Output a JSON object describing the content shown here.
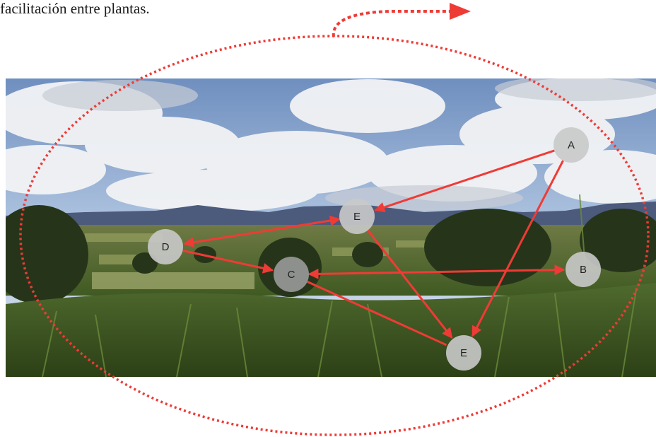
{
  "caption": "facilitación entre plantas.",
  "nodes": [
    {
      "id": "A",
      "label": "A"
    },
    {
      "id": "B",
      "label": "B"
    },
    {
      "id": "C",
      "label": "C"
    },
    {
      "id": "D",
      "label": "D"
    },
    {
      "id": "E1",
      "label": "E"
    },
    {
      "id": "E2",
      "label": "E"
    }
  ],
  "edges": [
    {
      "from": "A",
      "to": "E1",
      "arrow": "end"
    },
    {
      "from": "A",
      "to": "E2",
      "arrow": "end"
    },
    {
      "from": "E1",
      "to": "D",
      "arrow": "both"
    },
    {
      "from": "E1",
      "to": "E2",
      "arrow": "end"
    },
    {
      "from": "D",
      "to": "C",
      "arrow": "end"
    },
    {
      "from": "C",
      "to": "B",
      "arrow": "both"
    },
    {
      "from": "C",
      "to": "E2",
      "arrow": "none"
    }
  ],
  "colors": {
    "arrow": "#ef3b36",
    "cycle": "#ef3b36",
    "node_fill": "#c9c9c9",
    "node_fill_dark": "#9a9a9a"
  }
}
